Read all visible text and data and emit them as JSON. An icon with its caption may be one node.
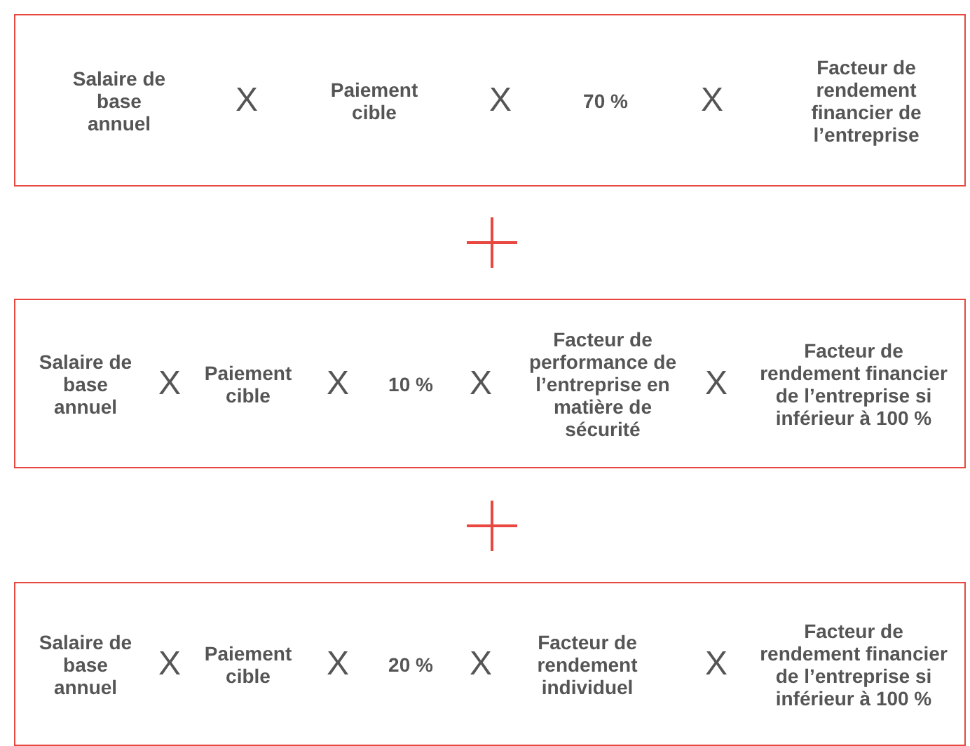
{
  "diagram": {
    "nodes": [
      {
        "text": [
          "Salaire de base annuel",
          "X",
          "Paiement cible",
          "X",
          "70 %",
          "X",
          "Facteur de rendement financier de l’entreprise"
        ]
      },
      {
        "text": [
          "Salaire de base annuel",
          "X",
          "Paiement cible",
          "X",
          "10 %",
          "X",
          "Facteur de performance de l’entreprise en matière de sécurité",
          "X",
          "Facteur de rendement financier de l’entreprise si inférieur à 100 %"
        ]
      },
      {
        "text": [
          "Salaire de base annuel",
          "X",
          "Paiement cible",
          "X",
          "20 %",
          "X",
          "Facteur de rendement individuel",
          "X",
          "Facteur de rendement financier de l’entreprise si inférieur à 100 %"
        ]
      }
    ],
    "edges": []
  }
}
